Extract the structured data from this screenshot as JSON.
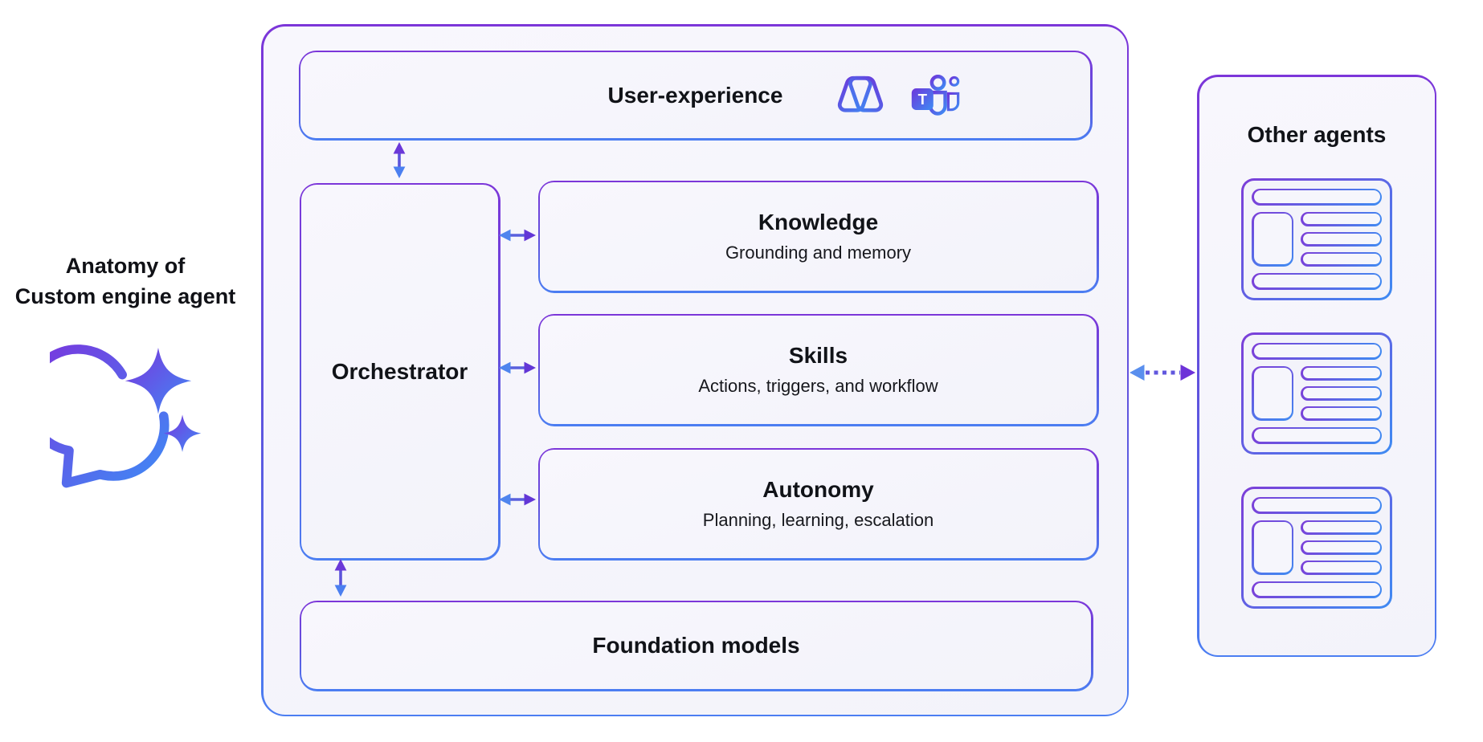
{
  "left_panel": {
    "heading_line1": "Anatomy of",
    "heading_line2": "Custom engine agent",
    "icon": "copilot-chat-sparkle-icon"
  },
  "diagram": {
    "user_experience": {
      "title": "User-experience",
      "icons": [
        "copilot-icon",
        "teams-icon"
      ]
    },
    "orchestrator": {
      "title": "Orchestrator"
    },
    "components": [
      {
        "id": "knowledge",
        "title": "Knowledge",
        "subtitle": "Grounding and memory"
      },
      {
        "id": "skills",
        "title": "Skills",
        "subtitle": "Actions, triggers, and workflow"
      },
      {
        "id": "autonomy",
        "title": "Autonomy",
        "subtitle": "Planning, learning, escalation"
      }
    ],
    "foundation_models": {
      "title": "Foundation models"
    },
    "connections": [
      {
        "from": "user-experience",
        "to": "orchestrator",
        "type": "bidirectional-solid"
      },
      {
        "from": "orchestrator",
        "to": "knowledge",
        "type": "bidirectional-solid"
      },
      {
        "from": "orchestrator",
        "to": "skills",
        "type": "bidirectional-solid"
      },
      {
        "from": "orchestrator",
        "to": "autonomy",
        "type": "bidirectional-solid"
      },
      {
        "from": "orchestrator",
        "to": "foundation-models",
        "type": "bidirectional-solid"
      },
      {
        "from": "agent-boundary",
        "to": "other-agents",
        "type": "bidirectional-dotted"
      }
    ]
  },
  "other_agents": {
    "title": "Other agents",
    "card_count": 3
  },
  "colors": {
    "border_purple": "#7c36d9",
    "border_blue": "#4b7ef2",
    "arrow_blue": "#4f85ee",
    "arrow_purple": "#6236d6",
    "text_dark": "#111318",
    "box_fill": "#f5f4fb"
  }
}
